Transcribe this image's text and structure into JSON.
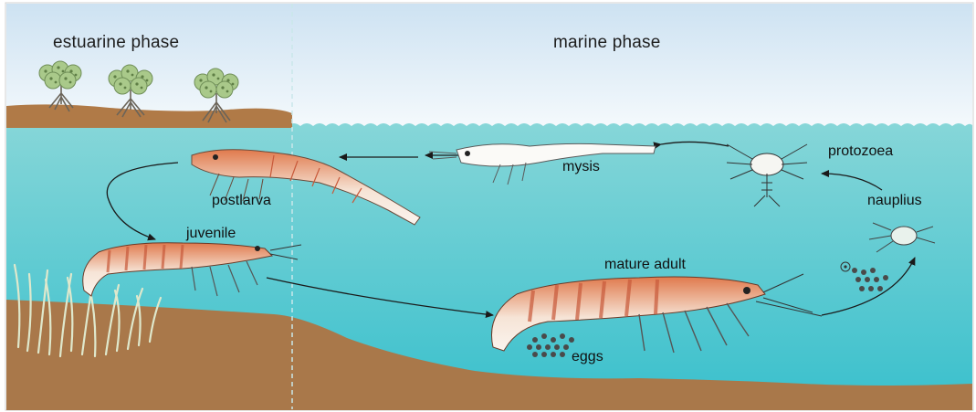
{
  "phases": {
    "estuarine": "estuarine phase",
    "marine": "marine phase"
  },
  "stages": {
    "postlarva": "postlarva",
    "mysis": "mysis",
    "protozoea": "protozoea",
    "nauplius": "nauplius",
    "juvenile": "juvenile",
    "mature_adult": "mature adult",
    "eggs": "eggs"
  },
  "colors": {
    "sky_top": "#cfe3f3",
    "sky_bottom": "#f3f8fc",
    "water_top": "#7fd3d6",
    "water_bottom": "#3cc0cc",
    "sediment": "#a9784a",
    "shrimp_body": "#f4e2d3",
    "shrimp_band": "#c8593a",
    "mangrove_leaf": "#a8c78a",
    "seagrass": "#d9e6c8"
  },
  "icons": [
    "mangrove-tree-icon",
    "seagrass-icon",
    "shrimp-icon",
    "larva-icon",
    "egg-cluster-icon",
    "cycle-arrow-icon"
  ]
}
